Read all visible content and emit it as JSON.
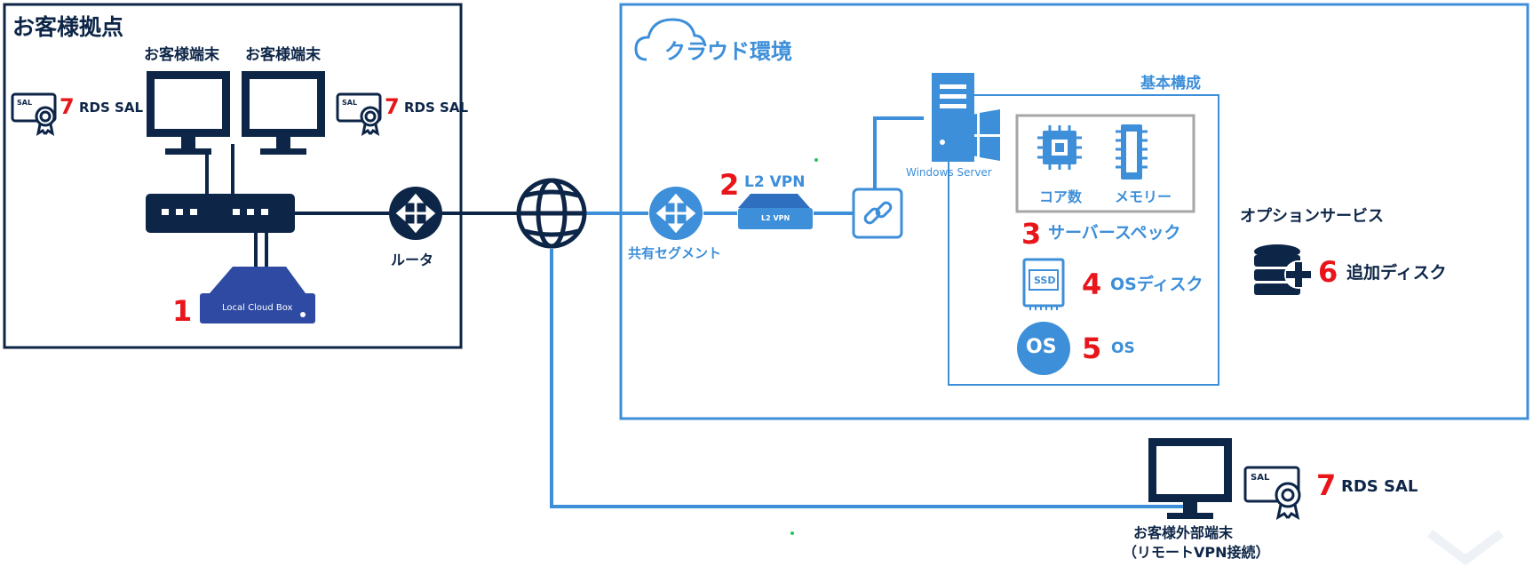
{
  "site": {
    "title": "お客様拠点",
    "terminal_label": "お客様端末",
    "router_label": "ルータ",
    "box_text": "Local Cloud Box",
    "box_number": "1"
  },
  "license": {
    "number": "7",
    "label": "RDS SAL",
    "badge_text": "SAL"
  },
  "cloud": {
    "title": "クラウド環境",
    "segment_label": "共有セグメント",
    "vpn_number": "2",
    "vpn_label": "L2 VPN",
    "vpn_device_text": "L2 VPN",
    "server_label": "Windows Server",
    "base_title": "基本構成",
    "core_label": "コア数",
    "memory_label": "メモリー",
    "spec_number": "3",
    "spec_label": "サーバースペック",
    "ssd_text": "SSD",
    "disk_number": "4",
    "disk_label": "OSディスク",
    "os_icon_text": "OS",
    "os_number": "5",
    "os_label": "OS",
    "option_title": "オプションサービス",
    "option_number": "6",
    "option_label": "追加ディスク"
  },
  "remote": {
    "label_line1": "お客様外部端末",
    "label_line2": "（リモートVPN接続）"
  },
  "colors": {
    "navy": "#0d2547",
    "accent_blue": "#3d8fd9",
    "number_red": "#e8151b",
    "frame_gray": "#a6a6a6"
  }
}
